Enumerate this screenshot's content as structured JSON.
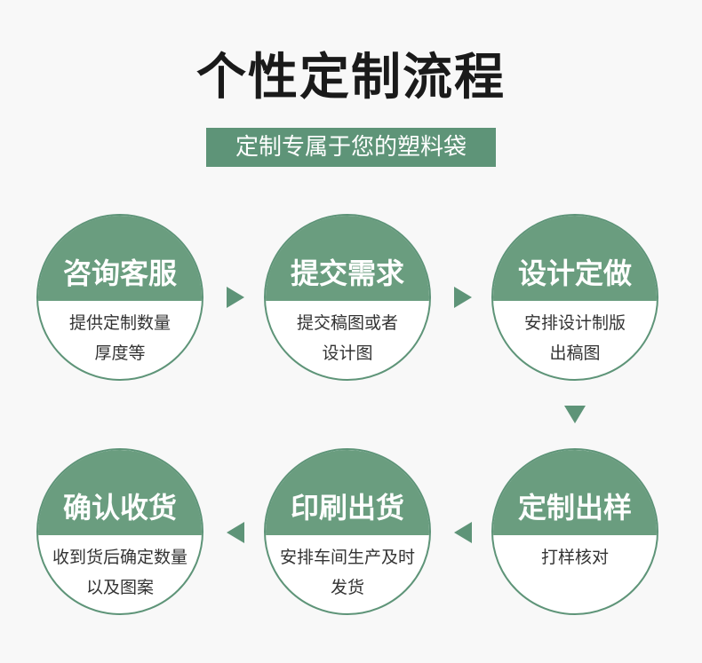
{
  "title": "个性定制流程",
  "subtitle": "定制专属于您的塑料袋",
  "steps": [
    {
      "title": "咨询客服",
      "desc_line1": "提供定制数量",
      "desc_line2": "厚度等"
    },
    {
      "title": "提交需求",
      "desc_line1": "提交稿图或者",
      "desc_line2": "设计图"
    },
    {
      "title": "设计定做",
      "desc_line1": "安排设计制版",
      "desc_line2": "出稿图"
    },
    {
      "title": "定制出样",
      "desc_line1": "打样核对",
      "desc_line2": ""
    },
    {
      "title": "印刷出货",
      "desc_line1": "安排车间生产及时",
      "desc_line2": "发货"
    },
    {
      "title": "确认收货",
      "desc_line1": "收到货后确定数量",
      "desc_line2": "以及图案"
    }
  ],
  "colors": {
    "accent": "#6a9d7f",
    "border": "#5e9478",
    "background": "#f8f8f8"
  },
  "arrow_icons": [
    "arrow-right-icon",
    "arrow-right-icon",
    "arrow-down-icon",
    "arrow-left-icon",
    "arrow-left-icon"
  ]
}
